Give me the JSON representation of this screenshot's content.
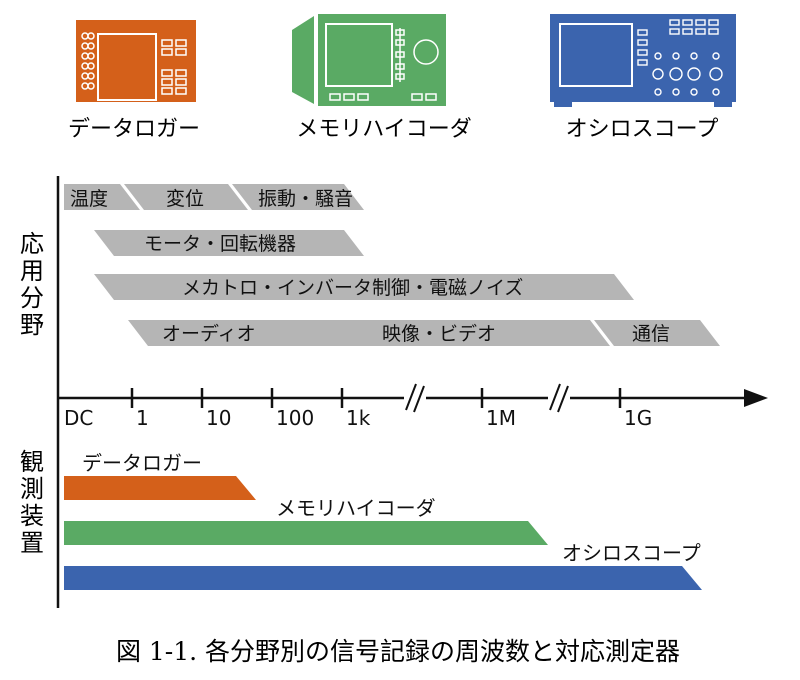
{
  "devices": [
    {
      "id": "datalogger",
      "label": "データロガー",
      "color": "#d4601a"
    },
    {
      "id": "memory",
      "label": "メモリハイコーダ",
      "color": "#5aaa64"
    },
    {
      "id": "oscilloscope",
      "label": "オシロスコープ",
      "color": "#3b64ae"
    }
  ],
  "application_axis_label": [
    "応",
    "用",
    "分",
    "野"
  ],
  "measurement_axis_label": [
    "観",
    "測",
    "装",
    "置"
  ],
  "application_bands": {
    "row1": [
      "温度",
      "変位",
      "振動・騒音"
    ],
    "row2": [
      "モータ・回転機器"
    ],
    "row3": [
      "メカトロ・インバータ制御・電磁ノイズ"
    ],
    "row4": [
      "オーディオ",
      "映像・ビデオ",
      "通信"
    ]
  },
  "frequency_ticks": [
    "DC",
    "1",
    "10",
    "100",
    "1k",
    "1M",
    "1G"
  ],
  "device_bars": [
    {
      "label": "データロガー",
      "color": "#d4601a"
    },
    {
      "label": "メモリハイコーダ",
      "color": "#5aaa64"
    },
    {
      "label": "オシロスコープ",
      "color": "#3b64ae"
    }
  ],
  "colors": {
    "band_gray": "#b5b5b5",
    "axis": "#111111"
  },
  "caption": "図 1-1.  各分野別の信号記録の周波数と対応測定器"
}
